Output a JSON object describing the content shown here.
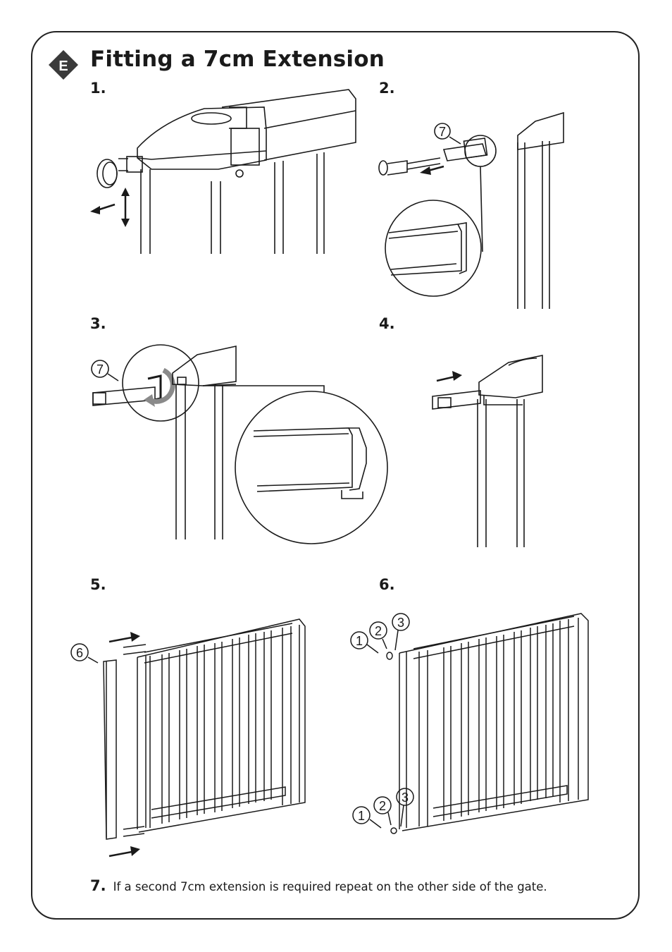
{
  "section": {
    "badge_letter": "E",
    "title": "Fitting a 7cm Extension"
  },
  "steps": [
    {
      "number": "1."
    },
    {
      "number": "2."
    },
    {
      "number": "3."
    },
    {
      "number": "4."
    },
    {
      "number": "5."
    },
    {
      "number": "6."
    }
  ],
  "callouts": {
    "extension_part": "7",
    "extension_piece": "6",
    "one": "1",
    "two": "2",
    "three": "3"
  },
  "footer": {
    "number": "7.",
    "text": "If a second 7cm extension is required repeat on the other side of the gate."
  },
  "colors": {
    "ink": "#1a1a1a",
    "badge": "#3a3a3a",
    "grey_arrow": "#8a8a8a"
  }
}
